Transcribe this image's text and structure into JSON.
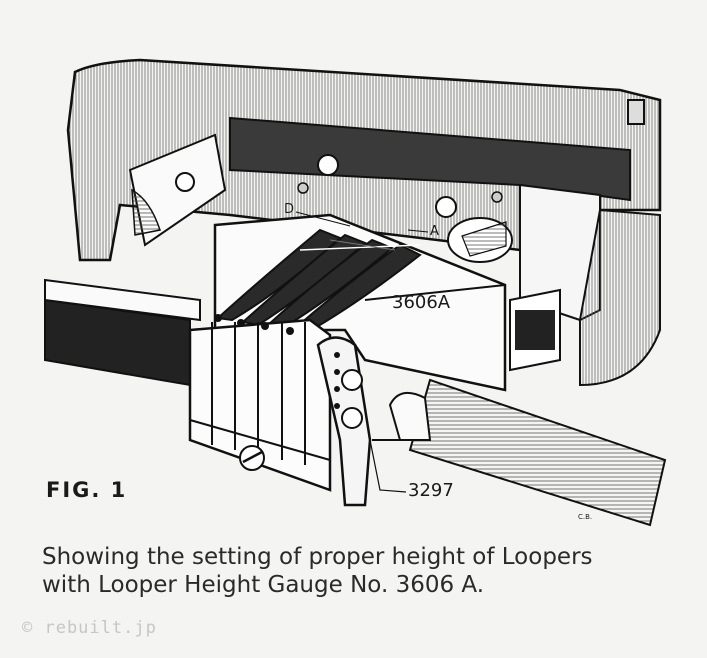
{
  "figure": {
    "label": "FIG. 1",
    "parts": {
      "gauge_number": "3606A",
      "screw_part_number": "3297",
      "letter_d": "D",
      "letter_a": "A"
    },
    "artist_initials": "C.B."
  },
  "caption": {
    "line1": "Showing the setting of proper height of Loopers",
    "line2": "with Looper Height Gauge No. 3606 A."
  },
  "watermark": "© rebuilt.jp",
  "colors": {
    "paper": "#f4f4f2",
    "ink": "#1e1e1e",
    "watermark": "#c6c6c6"
  }
}
